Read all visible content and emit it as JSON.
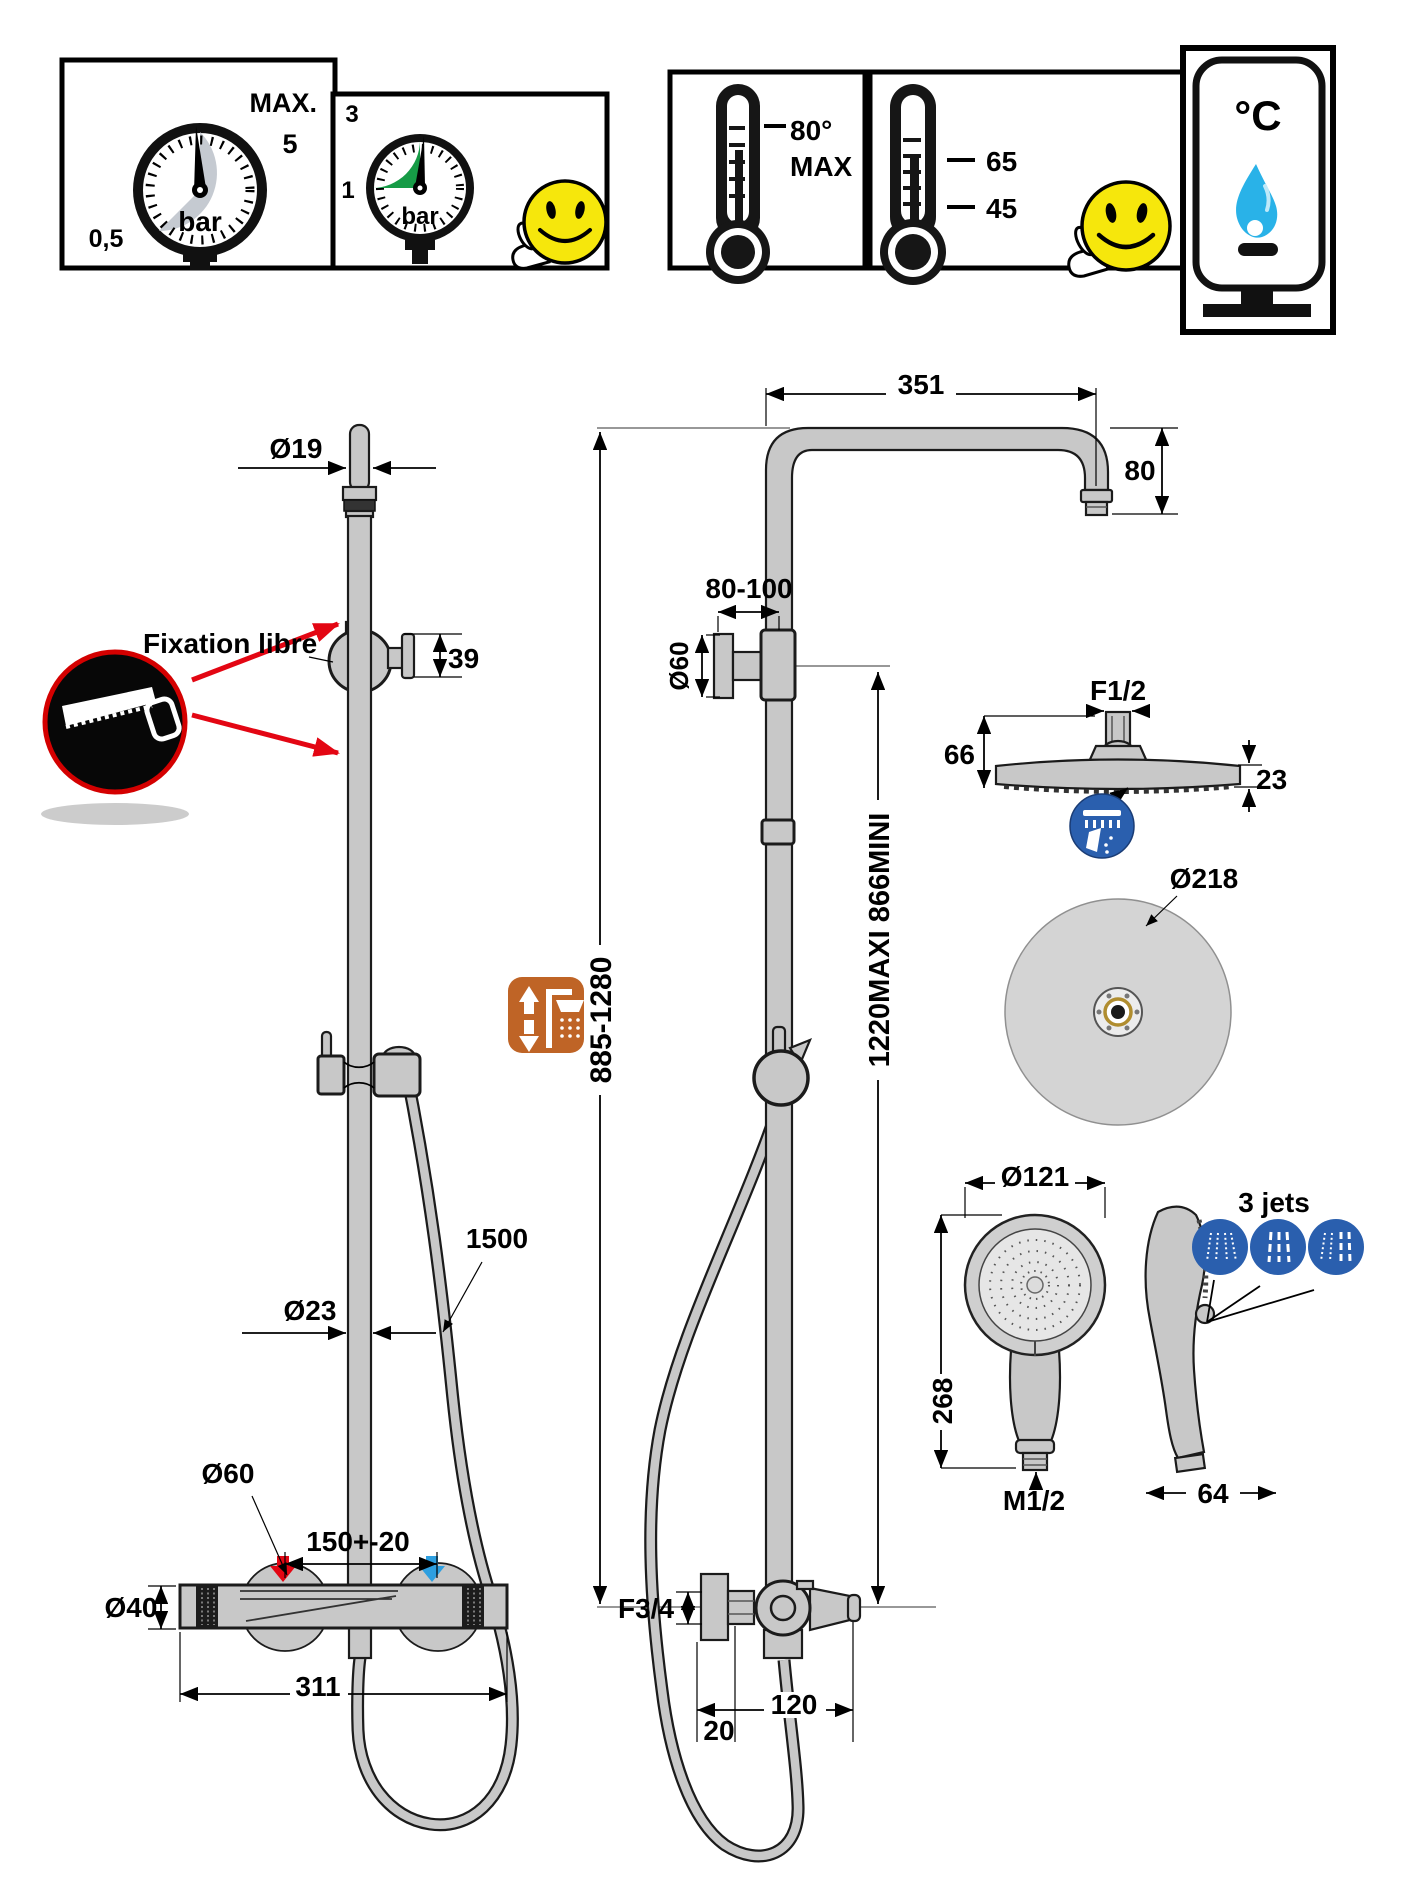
{
  "badges": {
    "gauge1": {
      "max_label": "MAX.",
      "max_value": "5",
      "min_value": "0,5",
      "unit": "bar"
    },
    "gauge2": {
      "high": "3",
      "low": "1",
      "unit": "bar"
    },
    "thermo_max": {
      "value": "80°",
      "label": "MAX"
    },
    "thermo_ok": {
      "high": "65",
      "low": "45"
    },
    "heater": {
      "label": "°C"
    }
  },
  "front": {
    "top_pipe_diameter": "Ø19",
    "fixation": "Fixation libre",
    "bracket_depth": "39",
    "hose_length": "1500",
    "column_diameter": "Ø23",
    "escutcheon_diameter": "Ø60",
    "inlet_spacing": "150+-20",
    "body_diameter": "Ø40",
    "body_width": "311"
  },
  "side": {
    "arm_reach": "351",
    "arm_drop": "80",
    "wall_clearance": "80-100",
    "bracket_diameter": "Ø60",
    "height_range": "885-1280",
    "column_travel": "1220MAXI   866MINI",
    "inlet_thread": "F3/4",
    "wall_offset": "20",
    "valve_depth": "120"
  },
  "rain_head": {
    "thread": "F1/2",
    "height": "66",
    "thickness": "23",
    "diameter": "Ø218"
  },
  "hand_shower": {
    "diameter": "Ø121",
    "length": "268",
    "thread": "M1/2",
    "depth": "64",
    "jets": "3 jets"
  }
}
